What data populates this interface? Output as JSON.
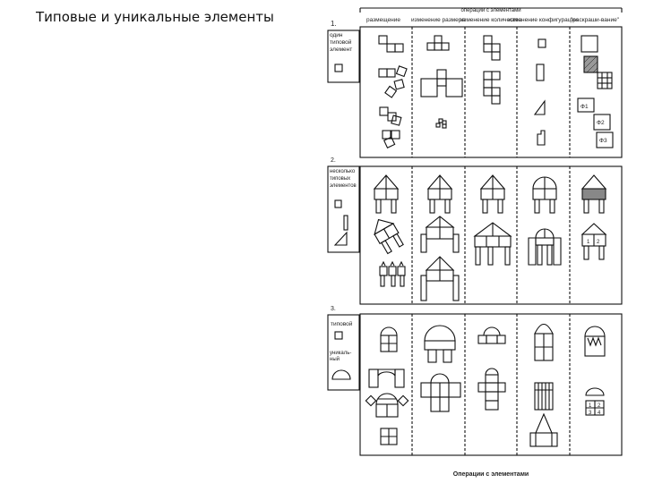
{
  "slide": {
    "title": "Типовые и уникальные элементы"
  },
  "header": {
    "label": "операции с элементами",
    "columns": [
      "размещение",
      "изменение размера",
      "изменение количества",
      "изменение конфигурации",
      "\"раскраши-вание\""
    ]
  },
  "sections": [
    {
      "number": "1.",
      "side_label": "один типовой элемент"
    },
    {
      "number": "2.",
      "side_label": "несколько типовых элементов"
    },
    {
      "number": "3.",
      "side_label_a": "типовой",
      "side_label_b": "уникаль-ный"
    }
  ],
  "labels": {
    "f1": "Ф1",
    "f2": "Ф2",
    "f3": "Ф3",
    "k1": "1",
    "k2": "2",
    "cells": [
      "1",
      "2",
      "3",
      "4"
    ]
  },
  "footer": {
    "caption": "Операции с элементами"
  }
}
